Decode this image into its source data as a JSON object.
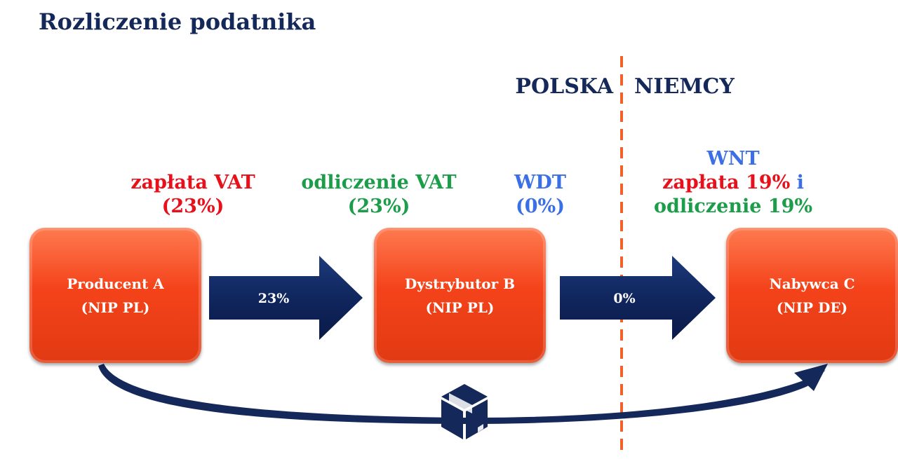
{
  "title": "Rozliczenie podatnika",
  "countries": {
    "left": "POLSKA",
    "right": "NIEMCY"
  },
  "labels": {
    "producer": {
      "line1": "zapłata VAT",
      "line2": "(23%)",
      "color": "#e8111b"
    },
    "distributor": {
      "line1": "odliczenie VAT",
      "line2": "(23%)",
      "color": "#1c9d4a"
    },
    "wdt": {
      "line1": "WDT",
      "line2": "(0%)",
      "color": "#3b6fe6"
    },
    "wnt": {
      "line1": "WNT",
      "line2_part1": "zapłata 19%",
      "line2_part2": "i",
      "line3": "odliczenie 19%"
    }
  },
  "boxes": [
    {
      "name": "Producent A",
      "nip": "(NIP PL)"
    },
    {
      "name": "Dystrybutor B",
      "nip": "(NIP PL)"
    },
    {
      "name": "Nabywca C",
      "nip": "(NIP DE)"
    }
  ],
  "arrows": [
    {
      "label": "23%"
    },
    {
      "label": "0%"
    }
  ],
  "icons": {
    "package": "package-icon",
    "border": "dashed-border-line"
  },
  "colors": {
    "navy": "#14285a",
    "box_orange": "#f4431b",
    "border_orange": "#f0622a",
    "red": "#e8111b",
    "green": "#1c9d4a",
    "blue": "#3b6fe6"
  }
}
